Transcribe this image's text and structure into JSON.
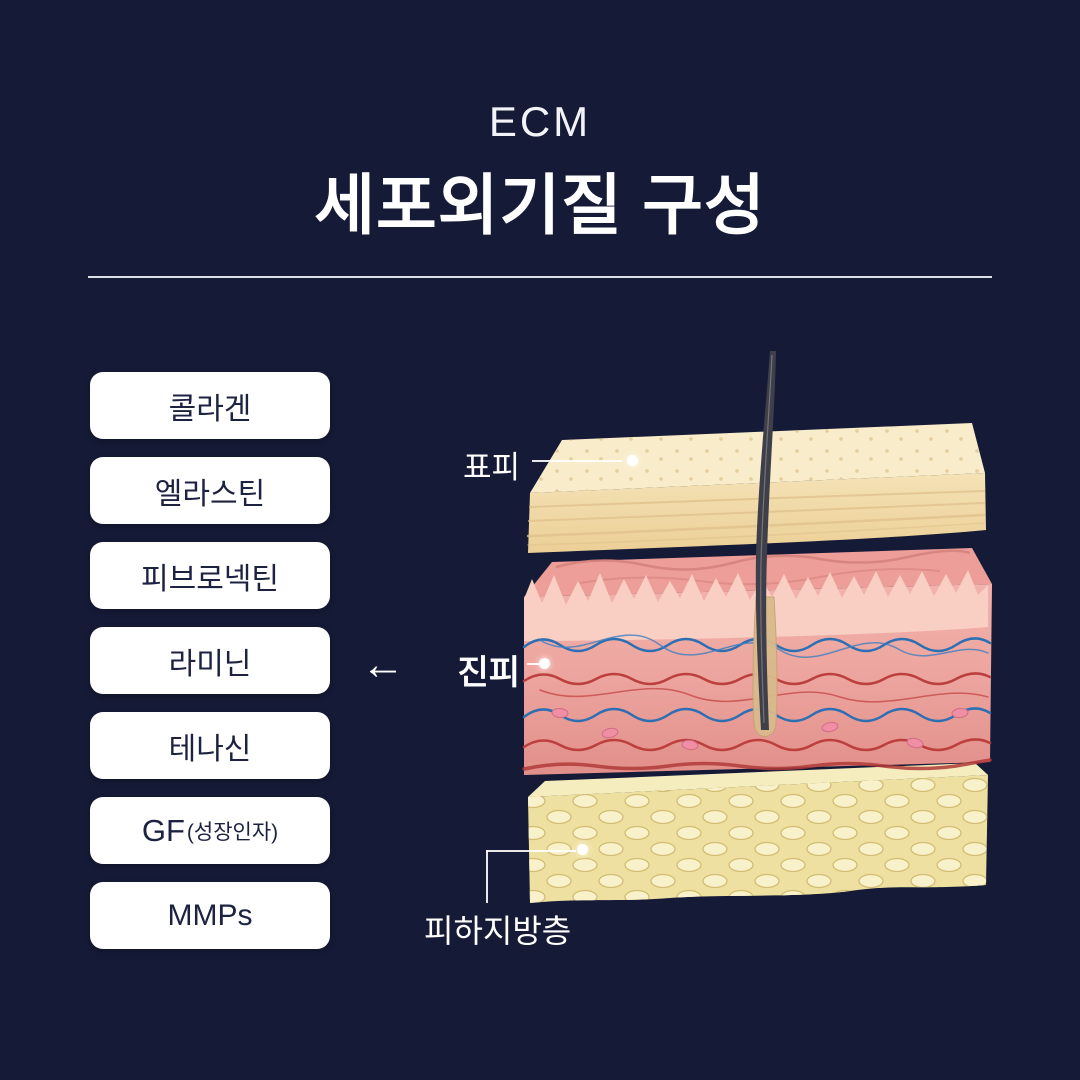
{
  "header": {
    "subtitle": "ECM",
    "title": "세포외기질 구성"
  },
  "ecm_list": {
    "items": [
      {
        "label": "콜라겐"
      },
      {
        "label": "엘라스틴"
      },
      {
        "label": "피브로넥틴"
      },
      {
        "label": "라미닌"
      },
      {
        "label": "테나신"
      },
      {
        "label": "GF",
        "sublabel": "(성장인자)"
      },
      {
        "label": "MMPs"
      }
    ]
  },
  "diagram": {
    "arrow": "←",
    "labels": {
      "epidermis": "표피",
      "dermis": "진피",
      "subcutaneous_fat": "피하지방층"
    }
  },
  "colors": {
    "background": "#151a36",
    "text_light": "#ffffff",
    "pill_background": "#ffffff",
    "pill_text": "#1c2240",
    "epidermis": "#f1d9a7",
    "dermis": "#ec9d98",
    "subcutaneous_fat": "#eee0a0",
    "vessel_blue": "#2e6fb3",
    "vessel_red": "#bc3f3e"
  }
}
